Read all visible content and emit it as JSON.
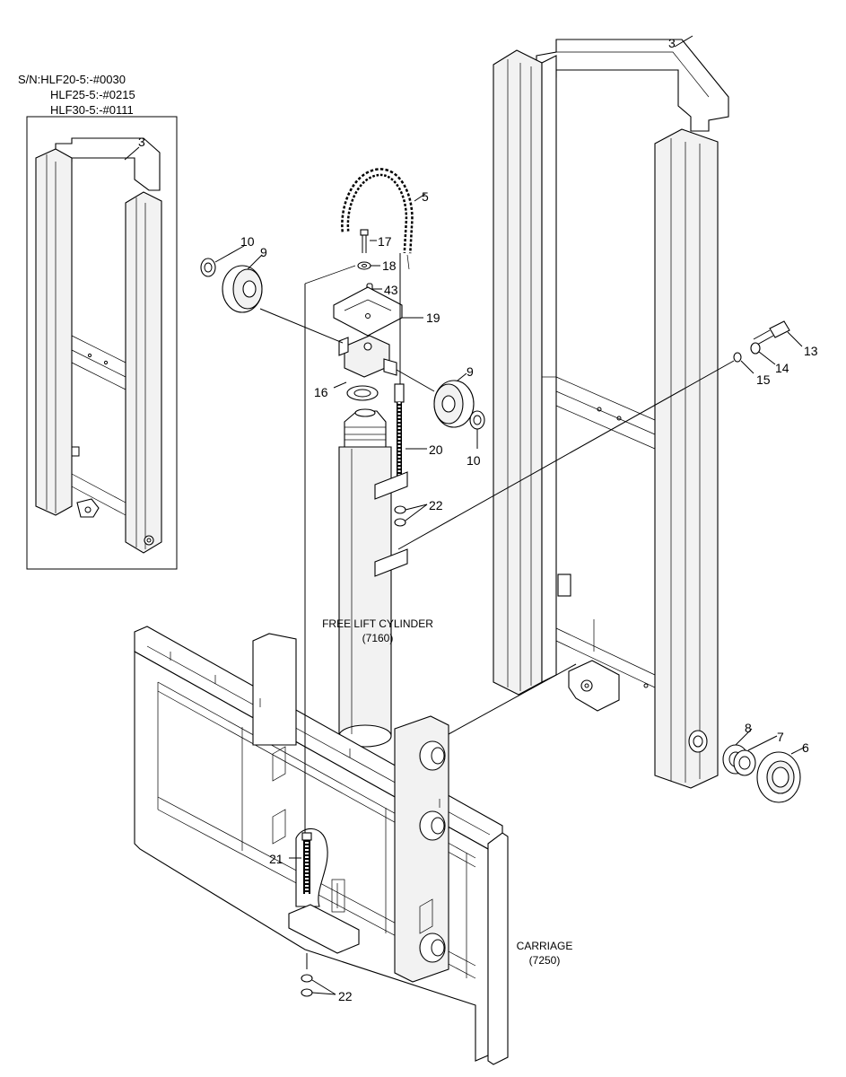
{
  "serial_note": {
    "line1": "S/N:HLF20-5:-#0030",
    "line2": "HLF25-5:-#0215",
    "line3": "HLF30-5:-#0111"
  },
  "inset": {
    "part_label": "3"
  },
  "assemblies": {
    "free_lift_cylinder": {
      "name": "FREE LIFT CYLINDER",
      "code": "(7160)"
    },
    "carriage": {
      "name": "CARRIAGE",
      "code": "(7250)"
    }
  },
  "callouts": {
    "p3": "3",
    "p5": "5",
    "p6": "6",
    "p7": "7",
    "p8": "8",
    "p9a": "9",
    "p9b": "9",
    "p10a": "10",
    "p10b": "10",
    "p13": "13",
    "p14": "14",
    "p15": "15",
    "p16": "16",
    "p17": "17",
    "p18": "18",
    "p19": "19",
    "p20": "20",
    "p21": "21",
    "p22a": "22",
    "p22b": "22",
    "p43": "43"
  }
}
